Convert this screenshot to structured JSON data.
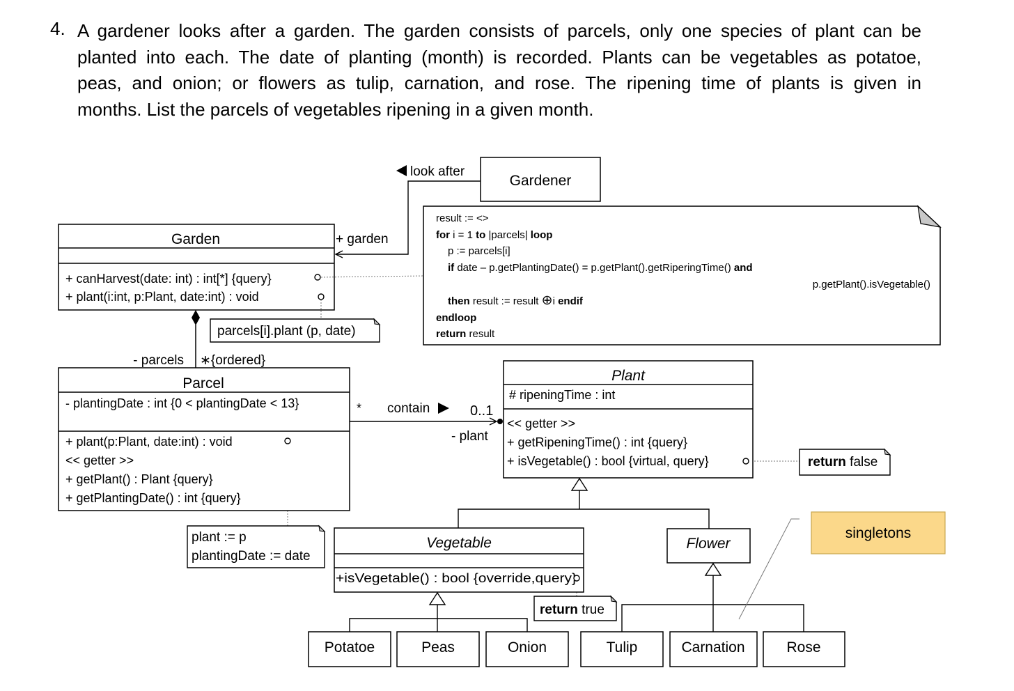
{
  "task": {
    "number": "4.",
    "lines": [
      "A gardener looks after a garden. The garden consists of parcels, only one species of plant can be",
      "planted into each. The date of planting (month) is recorded. Plants can be vegetables as potatoe,",
      "peas, and onion; or flowers as tulip, carnation, and rose. The ripening time of plants is given in",
      "months.  List the parcels of vegetables ripening in a given month."
    ]
  },
  "classes": {
    "gardener": {
      "name": "Gardener"
    },
    "garden": {
      "name": "Garden",
      "op1": "+ canHarvest(date: int) : int[*] {query}",
      "op2": "+ plant(i:int, p:Plant, date:int) : void"
    },
    "parcel": {
      "name": "Parcel",
      "attr": "- plantingDate : int {0 < plantingDate < 13}",
      "op1": "+ plant(p:Plant, date:int) : void",
      "op2": "<< getter >>",
      "op3": "+ getPlant() : Plant {query}",
      "op4": "+ getPlantingDate() : int {query}"
    },
    "plant": {
      "name": "Plant",
      "attr": "# ripeningTime : int",
      "op1": "<< getter >>",
      "op2": "+ getRipeningTime() : int {query}",
      "op3": "+ isVegetable() : bool {virtual, query}"
    },
    "vegetable": {
      "name": "Vegetable",
      "op1": "+isVegetable() : bool {override,query}"
    },
    "flower": {
      "name": "Flower"
    },
    "potatoe": {
      "name": "Potatoe"
    },
    "peas": {
      "name": "Peas"
    },
    "onion": {
      "name": "Onion"
    },
    "tulip": {
      "name": "Tulip"
    },
    "carnation": {
      "name": "Carnation"
    },
    "rose": {
      "name": "Rose"
    }
  },
  "associations": {
    "look_after": "look after",
    "garden_role": "+ garden",
    "parcels_role": "- parcels",
    "parcels_mult": "∗{ordered}",
    "contain": "contain",
    "contain_mult_src": "*",
    "contain_mult_dst": "0..1",
    "plant_role": "- plant"
  },
  "notes": {
    "algorithm": {
      "l1": "result := <>",
      "l2_kw": "for",
      "l2_a": " i = 1 ",
      "l2_to": "to",
      "l2_b": " |parcels| ",
      "l2_loop": "loop",
      "l3": "p := parcels[i]",
      "l4_if": "if",
      "l4_a": " date – p.getPlantingDate() = p.getPlant().getRiperingTime() ",
      "l4_and": "and",
      "l5": "p.getPlant().isVegetable()",
      "l6_then": "then",
      "l6_a": " result := result ",
      "l6_op": "⊕",
      "l6_b": "i ",
      "l6_endif": "endif",
      "l7": "endloop",
      "l8_kw": "return",
      "l8_a": " result"
    },
    "garden_plant": "parcels[i].plant (p, date)",
    "parcel_plant_1": "plant := p",
    "parcel_plant_2": "plantingDate := date",
    "plant_isveg_kw": "return",
    "plant_isveg_val": " false",
    "veg_isveg_kw": "return",
    "veg_isveg_val": " true",
    "singletons": "singletons"
  },
  "colors": {
    "singletons_fill": "#fbd88a",
    "singletons_border": "#c9a74e",
    "note_fold": "#c8c8c8"
  }
}
